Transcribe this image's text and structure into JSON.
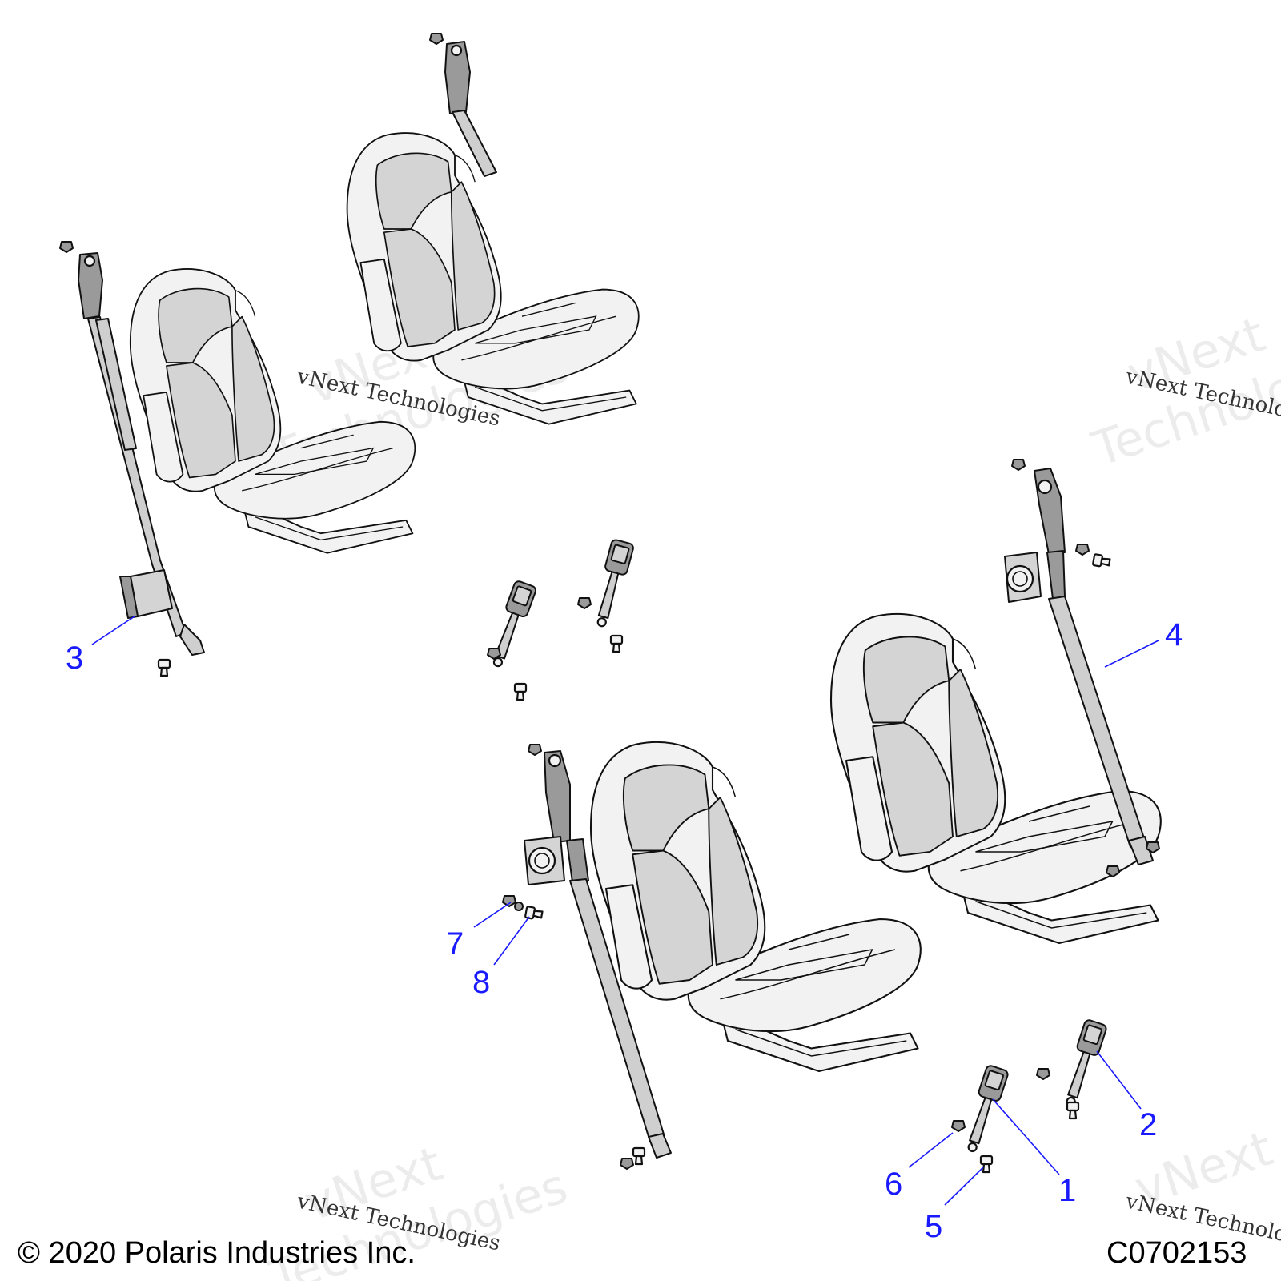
{
  "diagram": {
    "callouts": [
      "1",
      "2",
      "3",
      "4",
      "5",
      "6",
      "7",
      "8"
    ],
    "copyright": "© 2020 Polaris Industries Inc.",
    "drawing_number": "C0702153",
    "watermark": {
      "line1": "vNext",
      "line2": "Technologies",
      "caption": "vNext Technologies"
    }
  }
}
